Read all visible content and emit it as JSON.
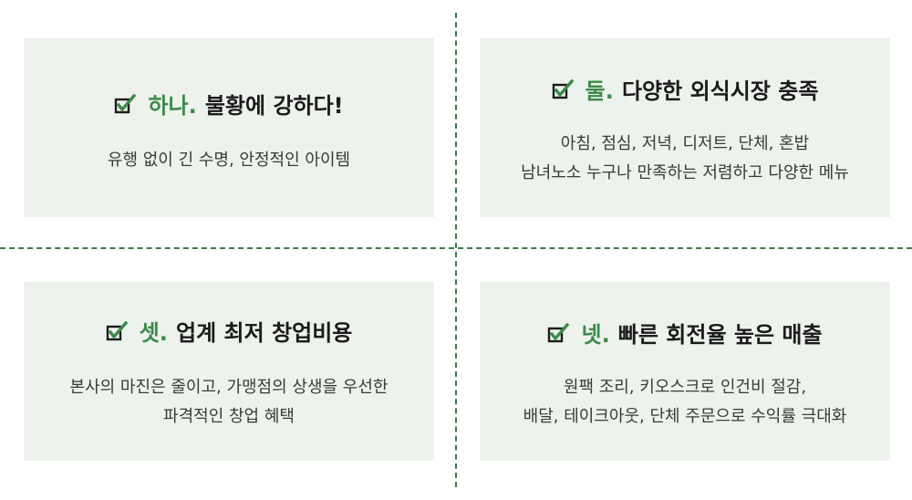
{
  "cards": [
    {
      "num": "하나.",
      "title": "불황에 강하다!",
      "lines": [
        "유행 없이 긴 수명, 안정적인 아이템"
      ]
    },
    {
      "num": "둘.",
      "title": "다양한 외식시장  충족",
      "lines": [
        "아침, 점심, 저녁, 디저트, 단체, 혼밥",
        "남녀노소 누구나 만족하는 저렴하고 다양한 메뉴"
      ]
    },
    {
      "num": "셋.",
      "title": "업계 최저 창업비용",
      "lines": [
        "본사의 마진은 줄이고, 가맹점의 상생을 우선한",
        "파격적인 창업 혜택"
      ]
    },
    {
      "num": "넷.",
      "title": "빠른 회전율 높은 매출",
      "lines": [
        "원팩 조리, 키오스크로 인건비 절감,",
        "배달, 테이크아웃, 단체 주문으로 수익률 극대화"
      ]
    }
  ],
  "colors": {
    "accent": "#3c8a4a",
    "card_bg": "#edf2ec",
    "divider": "#3c7a48"
  },
  "icons": {
    "check": "checkbox-checked-icon"
  }
}
